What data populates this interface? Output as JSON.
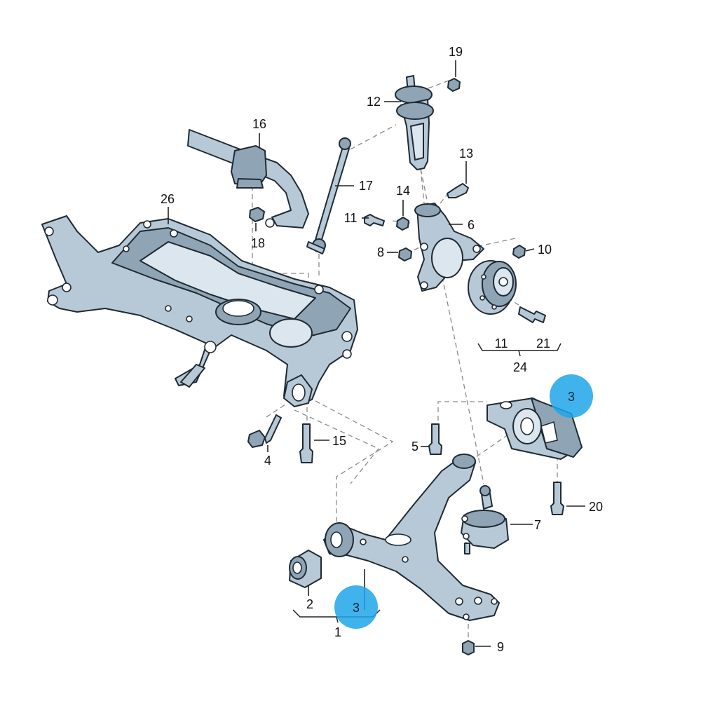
{
  "diagram": {
    "labels": {
      "p1": "1",
      "p2": "2",
      "p3": "3",
      "p4": "4",
      "p5": "5",
      "p6": "6",
      "p7": "7",
      "p8": "8",
      "p9": "9",
      "p10": "10",
      "p11a": "11",
      "p11b": "11",
      "p12": "12",
      "p13": "13",
      "p14": "14",
      "p15": "15",
      "p16": "16",
      "p17": "17",
      "p18": "18",
      "p19": "19",
      "p20": "20",
      "p21": "21",
      "p24": "24",
      "p26": "26"
    },
    "highlights": {
      "h1": "3",
      "h2": "3"
    },
    "colors": {
      "highlight": "#1ea5e9",
      "part_fill": "#b7c9d6",
      "outline": "#1f2a33"
    }
  }
}
